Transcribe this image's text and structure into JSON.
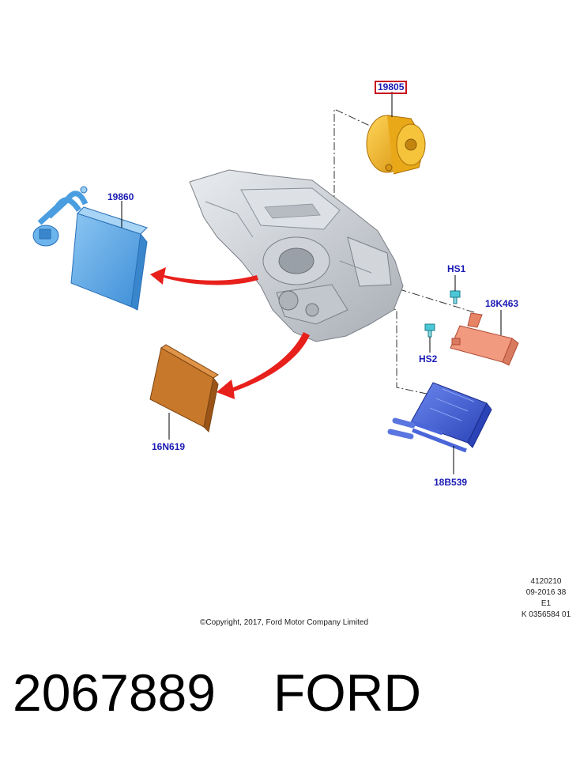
{
  "callouts": {
    "blower_motor": "19805",
    "evaporator": "19860",
    "screw_1": "HS1",
    "heater_element": "18K463",
    "screw_2": "HS2",
    "cabin_filter": "16N619",
    "heater_core": "18B539"
  },
  "illustration_ref": {
    "line1": "4120210",
    "line2": "09-2016 38",
    "line3": "E1",
    "line4": "K 0356584 01"
  },
  "copyright": "©Copyright, 2017, Ford Motor Company Limited",
  "part_number": "2067889",
  "brand": "FORD",
  "colors": {
    "callout_text": "#1a1ab4",
    "highlight_box": "#c8141e",
    "arrow": "#e8201c",
    "evaporator": "#5aa8e8",
    "filter": "#c8782a",
    "motor": "#f2b81e",
    "heater_element": "#f29a80",
    "heater_core": "#3a5ad8",
    "housing": "#c8ccd2"
  }
}
